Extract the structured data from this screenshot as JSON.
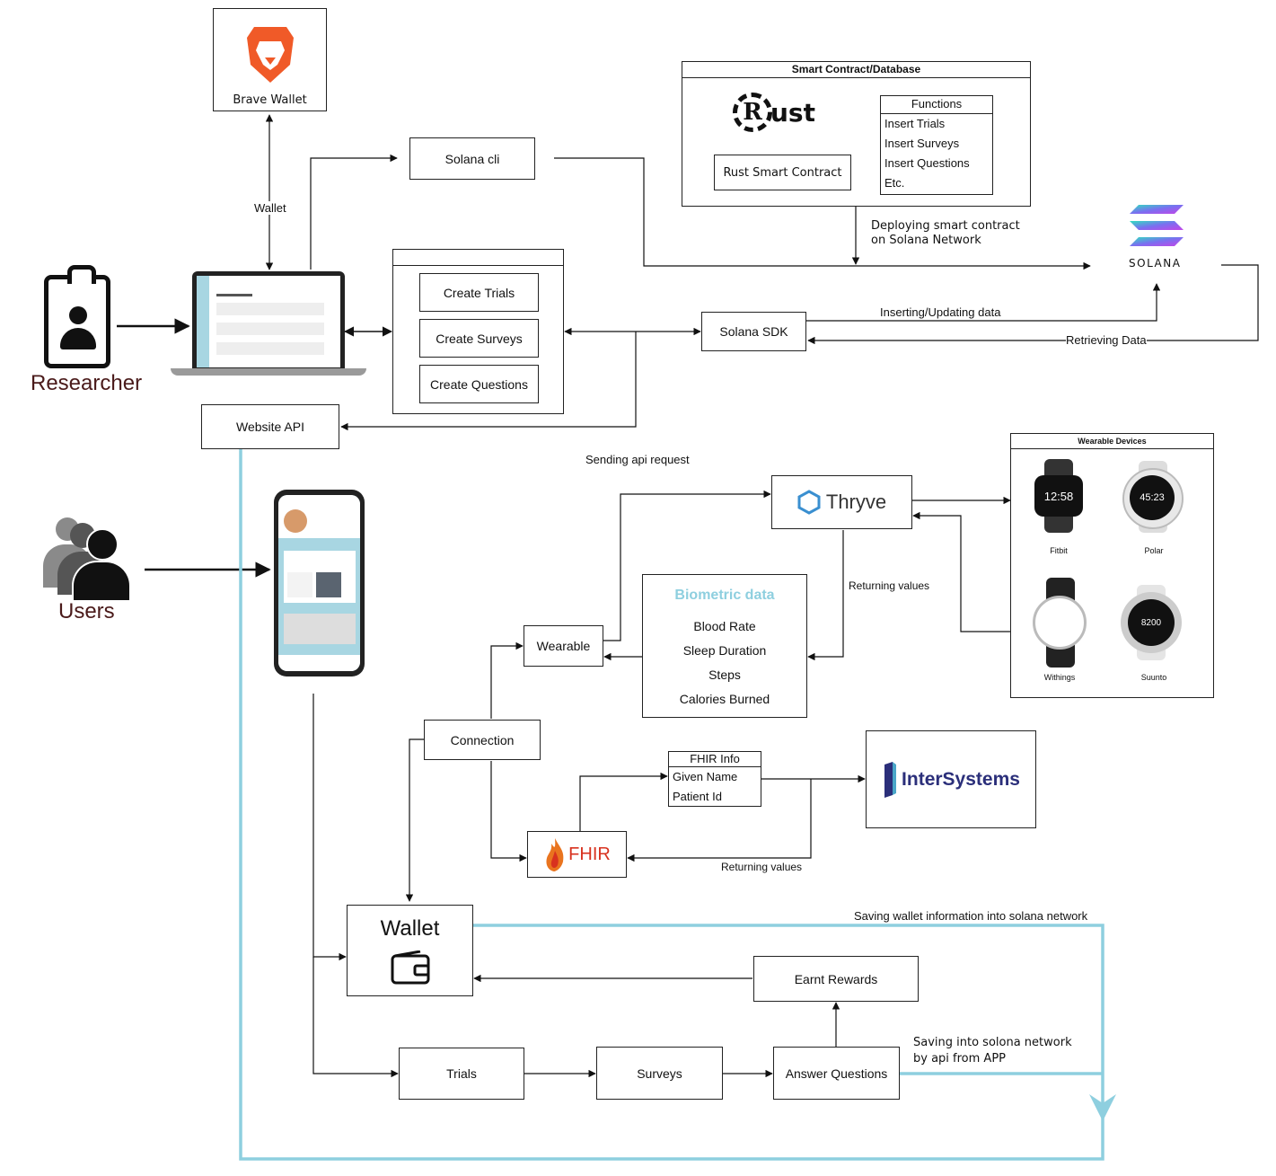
{
  "brave": {
    "label": "Brave Wallet"
  },
  "wallet_edge": "Wallet",
  "solana_cli": "Solana cli",
  "smart_contract": {
    "title": "Smart Contract/Database",
    "rust_logo": "ust",
    "rust_logo_letter": "R",
    "rust_contract": "Rust Smart Contract",
    "functions_title": "Functions",
    "functions": [
      "Insert Trials",
      "Insert Surveys",
      "Insert Questions",
      "Etc."
    ]
  },
  "deploying": [
    "Deploying smart contract",
    "on Solana Network"
  ],
  "solana_logo": "SOLANA",
  "researcher": "Researcher",
  "create": [
    "Create Trials",
    "Create Surveys",
    "Create Questions"
  ],
  "solana_sdk": "Solana SDK",
  "inserting": "Inserting/Updating data",
  "retrieving": "Retrieving Data",
  "website_api": "Website API",
  "sending_api": "Sending api request",
  "thryve": "Thryve",
  "wearable_devices": {
    "title": "Wearable Devices",
    "devices": [
      {
        "name": "Fitbit",
        "time": "12:58"
      },
      {
        "name": "Polar",
        "time": "45:23"
      },
      {
        "name": "Withings",
        "time": ""
      },
      {
        "name": "Suunto",
        "time": "8200"
      }
    ]
  },
  "returning_values_1": "Returning values",
  "biometric": {
    "title": "Biometric data",
    "items": [
      "Blood Rate",
      "Sleep Duration",
      "Steps",
      "Calories Burned"
    ]
  },
  "users": "Users",
  "wearable": "Wearable",
  "connection": "Connection",
  "fhir_info": {
    "title": "FHIR Info",
    "rows": [
      "Given Name",
      "Patient Id"
    ]
  },
  "intersystems": "InterSystems",
  "fhir_logo": "FHIR",
  "returning_values_2": "Returning values",
  "wallet_box": "Wallet",
  "saving_wallet": "Saving wallet information into solana network",
  "earnt_rewards": "Earnt Rewards",
  "saving_solona": [
    "Saving into solona network",
    "by api from APP"
  ],
  "trials": "Trials",
  "surveys": "Surveys",
  "answer_questions": "Answer Questions",
  "colors": {
    "accent": "#8ecfdf",
    "biometric": "#8ecfdf",
    "thryve": "#3a8fd0",
    "intersystems": "#2b2f7a",
    "fhir": "#d8321f"
  }
}
